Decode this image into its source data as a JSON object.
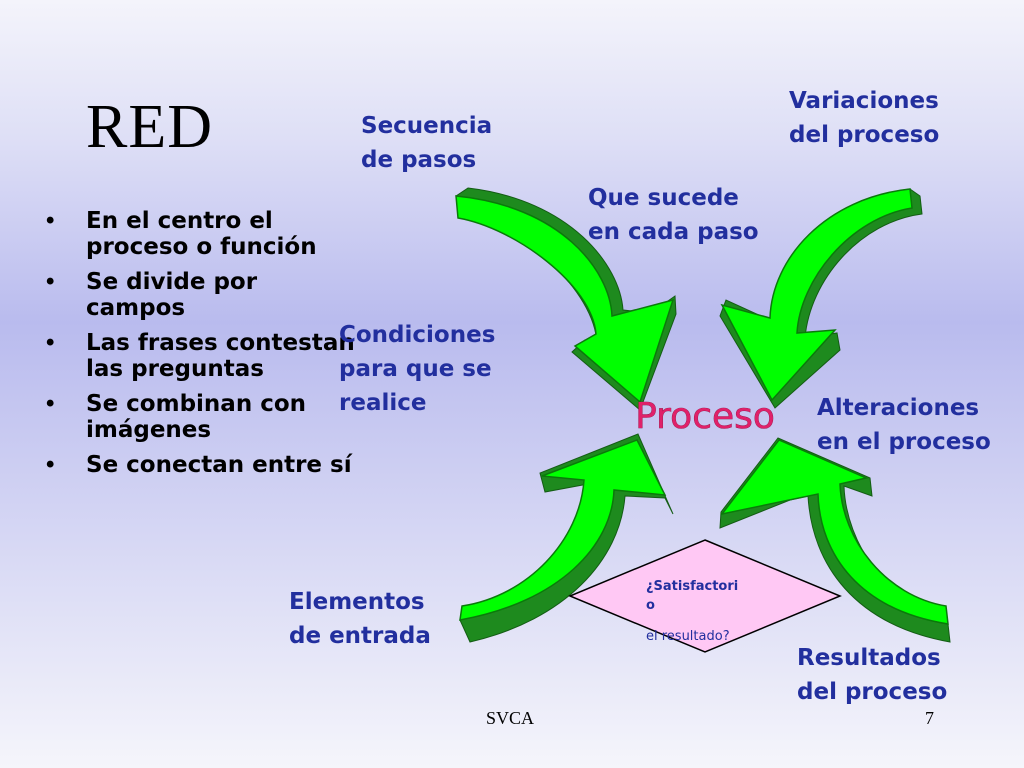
{
  "slide": {
    "title": "RED",
    "bullets": [
      "En el centro el proceso o función",
      "Se divide por campos",
      "Las frases contestan las preguntas",
      "Se combinan con imágenes",
      "Se conectan entre sí"
    ],
    "center_label": "Proceso",
    "labels": {
      "secuencia": "Secuencia\nde pasos",
      "variaciones": "Variaciones\ndel proceso",
      "que_sucede": "Que sucede\nen cada  paso",
      "condiciones": "Condiciones\npara que se\nrealice",
      "alteraciones": "Alteraciones\nen el proceso",
      "elementos": "Elementos\nde entrada",
      "resultados": "Resultados\ndel proceso"
    },
    "decision": {
      "line1": "¿Satisfactori",
      "line2": "o",
      "line3": "el resultado?"
    },
    "footer": {
      "center": "SVCA",
      "page": "7"
    },
    "colors": {
      "arrow_face": "#00ff00",
      "arrow_side": "#1e8a1e",
      "label_text": "#222f9e",
      "center_text": "#e0206a",
      "diamond_fill": "#ffc8f4"
    }
  }
}
